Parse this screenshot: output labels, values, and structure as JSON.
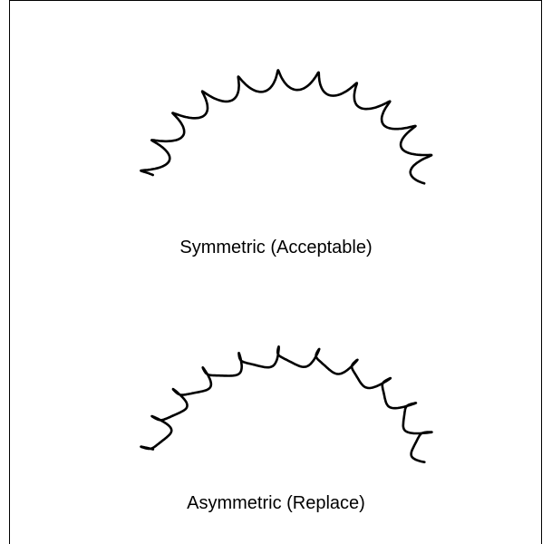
{
  "captions": {
    "symmetric": "Symmetric (Acceptable)",
    "asymmetric": "Asymmetric (Replace)"
  },
  "figures": {
    "symmetric": {
      "tooth_count": 11,
      "tooth_shape": "symmetric"
    },
    "asymmetric": {
      "tooth_count": 11,
      "tooth_shape": "asymmetric"
    }
  },
  "colors": {
    "line": "#000000",
    "background": "#ffffff"
  }
}
